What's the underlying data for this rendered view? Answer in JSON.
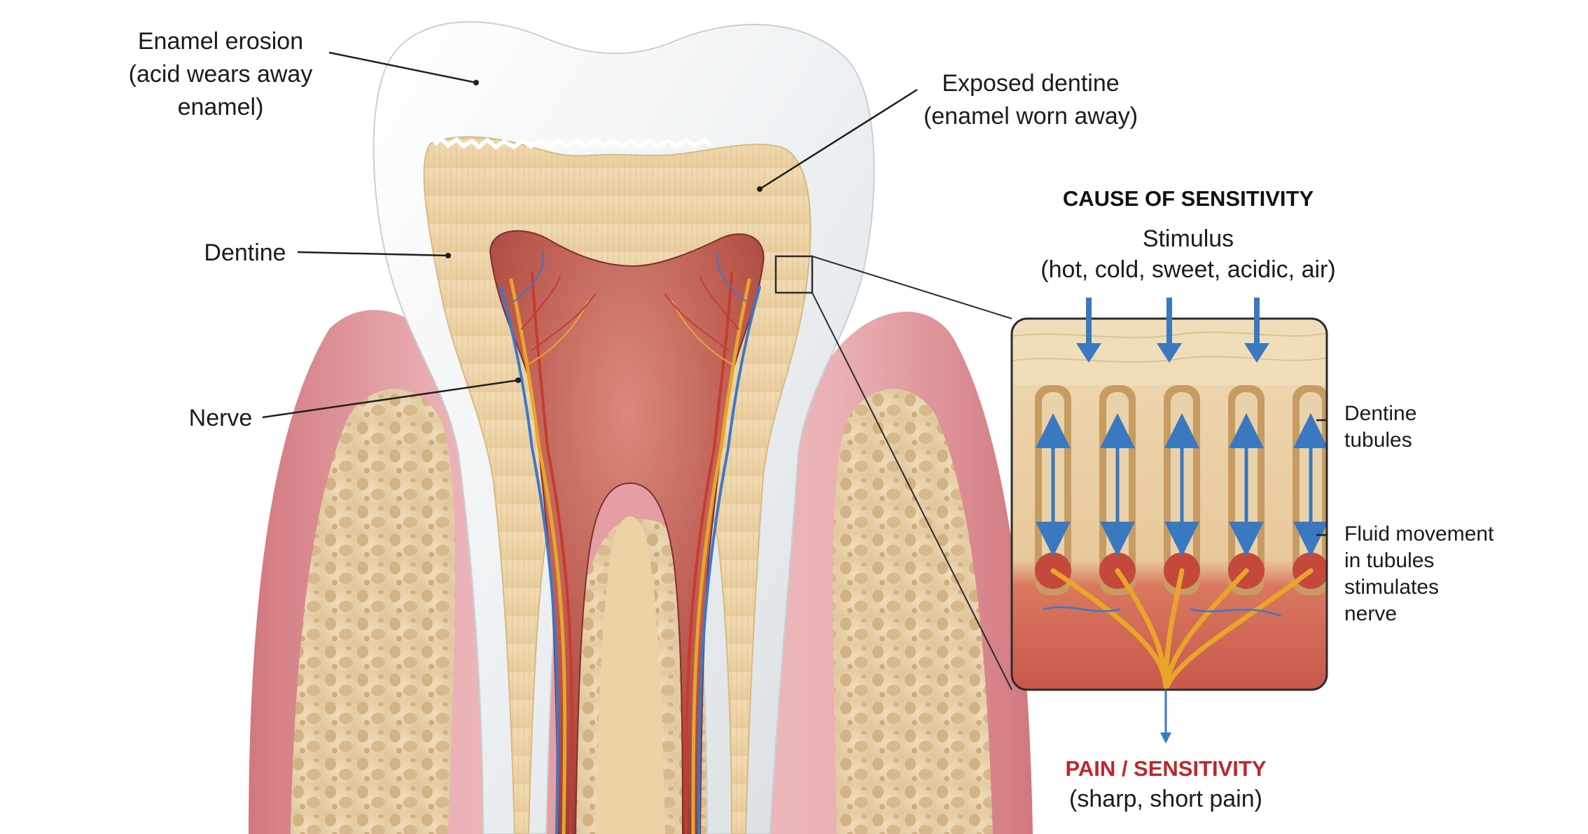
{
  "labels": {
    "enamel_erosion": [
      "Enamel erosion",
      "(acid wears away",
      "enamel)"
    ],
    "exposed_dentine": [
      "Exposed dentine",
      "(enamel worn away)"
    ],
    "dentine": "Dentine",
    "nerve": "Nerve",
    "cause_title": "CAUSE OF SENSITIVITY",
    "stimulus": [
      "Stimulus",
      "(hot, cold, sweet, acidic, air)"
    ],
    "dentine_tubules": [
      "Dentine",
      "tubules"
    ],
    "fluid_movement": [
      "Fluid movement",
      "in tubules",
      "stimulates",
      "nerve"
    ],
    "pain": "PAIN / SENSITIVITY",
    "pain_detail": "(sharp, short pain)"
  },
  "colors": {
    "gum": "#e7a3a8",
    "gum_dark": "#d1747c",
    "bone": "#ead4b0",
    "bone_pore": "#d7b88a",
    "enamel": "#f4f4f4",
    "dentine": "#efd6ad",
    "pulp": "#b2534a",
    "nerve": "#e8a52a",
    "vessel_blue": "#3b78c8",
    "arrow_blue": "#3a78c0",
    "pain_red": "#c0262c"
  }
}
